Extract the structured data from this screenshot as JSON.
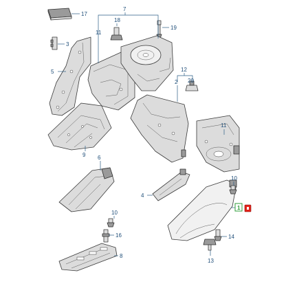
{
  "callouts": {
    "c17": "17",
    "c7": "7",
    "c11a": "11",
    "c18": "18",
    "c19": "19",
    "c3": "3",
    "c5": "5",
    "c12": "12",
    "c2": "2",
    "c20": "20",
    "c11b": "11",
    "c9": "9",
    "c10a": "10",
    "c6": "6",
    "c4": "4",
    "c10b": "10",
    "c1": "1",
    "c16": "16",
    "c14": "14",
    "c8": "8",
    "c13": "13"
  },
  "highlight": {
    "part": "1",
    "accent_color": "#2e9c3a",
    "clip_color": "#e2231a"
  }
}
